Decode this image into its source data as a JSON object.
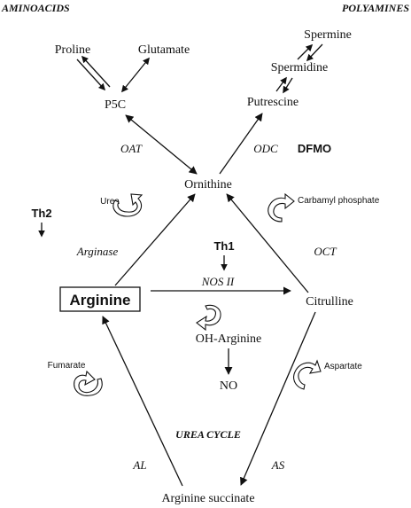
{
  "headers": {
    "left": "AMINOACIDS",
    "right": "POLYAMINES"
  },
  "nodes": {
    "proline": "Proline",
    "glutamate": "Glutamate",
    "p5c": "P5C",
    "spermine": "Spermine",
    "spermidine": "Spermidine",
    "putrescine": "Putrescine",
    "ornithine": "Ornithine",
    "arginine": "Arginine",
    "citrulline": "Citrulline",
    "oh_arginine": "OH-Arginine",
    "no": "NO",
    "arginine_succinate": "Arginine succinate"
  },
  "enzymes": {
    "oat": "OAT",
    "odc": "ODC",
    "arginase": "Arginase",
    "oct": "OCT",
    "nos2": "NOS II",
    "al": "AL",
    "as": "AS"
  },
  "inhibitors": {
    "dfmo": "DFMO"
  },
  "cells": {
    "th1": "Th1",
    "th2": "Th2"
  },
  "cofactors": {
    "urea": "Urea",
    "carbamyl_phosphate": "Carbamyl phosphate",
    "fumarate": "Fumarate",
    "aspartate": "Aspartate"
  },
  "cycle_label": "UREA CYCLE"
}
